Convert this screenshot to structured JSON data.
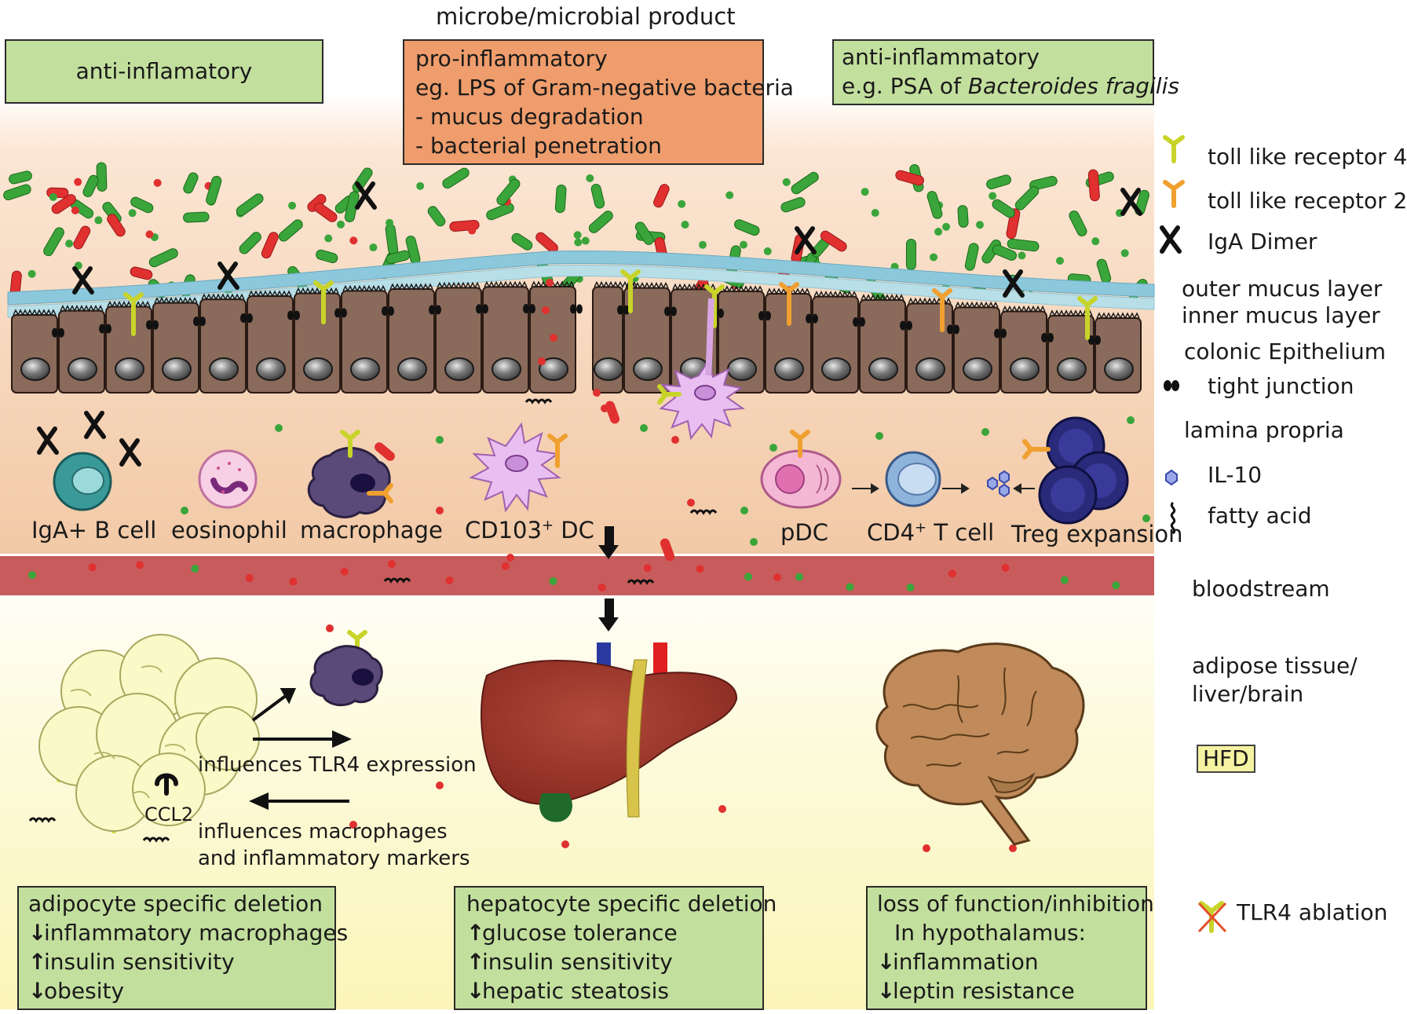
{
  "top_label": "microbe/microbial product",
  "box_anti_left": "anti-inflamatory",
  "box_pro": {
    "line1": "pro-inflammatory",
    "line2": "eg. LPS of Gram-negative bacteria",
    "line3": "- mucus degradation",
    "line4": "- bacterial penetration"
  },
  "box_anti_right": {
    "line1": "anti-inflammatory",
    "line2_prefix": "e.g. PSA of ",
    "line2_italic": "Bacteroides fragilis"
  },
  "legend": {
    "tlr4": "toll like receptor 4",
    "tlr2": "toll like receptor 2",
    "iga": "IgA Dimer",
    "outer_mucus": "outer mucus layer",
    "inner_mucus": "inner mucus layer",
    "epithelium": "colonic Epithelium",
    "tight_junction": "tight junction",
    "lamina": "lamina propria",
    "il10": "IL-10",
    "fatty_acid": "fatty acid",
    "bloodstream": "bloodstream",
    "organs_line1": "adipose tissue/",
    "organs_line2": "liver/brain",
    "hfd": "HFD",
    "tlr4_ablation": "TLR4 ablation"
  },
  "cells": {
    "iga_b": "IgA+ B cell",
    "eosinophil": "eosinophil",
    "macrophage": "macrophage",
    "cd103_prefix": "CD103",
    "cd103_sup": "+",
    "cd103_suffix": " DC",
    "pdc": "pDC",
    "cd4_prefix": "CD4",
    "cd4_sup": "+",
    "cd4_suffix": " T cell",
    "treg": "Treg expansion"
  },
  "organ_labels": {
    "ccl2": "CCL2",
    "tlr4_expr": "influences TLR4 expression",
    "macro_line1": "influences macrophages",
    "macro_line2": "and inflammatory markers"
  },
  "bottom_boxes": {
    "adipocyte": {
      "title": "adipocyte specific deletion",
      "items": [
        {
          "arrow": "↓",
          "text": "inflammatory macrophages"
        },
        {
          "arrow": "↑",
          "text": "insulin sensitivity"
        },
        {
          "arrow": "↓",
          "text": "obesity"
        }
      ]
    },
    "hepatocyte": {
      "title": "hepatocyte specific deletion",
      "items": [
        {
          "arrow": "↑",
          "text": "glucose tolerance"
        },
        {
          "arrow": "↑",
          "text": "insulin sensitivity"
        },
        {
          "arrow": "↓",
          "text": "hepatic steatosis"
        }
      ]
    },
    "hypothalamus": {
      "title": "loss of function/inhibition",
      "subtitle": "In hypothalamus:",
      "items": [
        {
          "arrow": "↓",
          "text": "inflammation"
        },
        {
          "arrow": "↓",
          "text": "leptin resistance"
        }
      ]
    }
  },
  "colors": {
    "anti_box": "#c3df9d",
    "pro_box": "#ef9d6c",
    "tlr4": "#c8d42a",
    "tlr2": "#f0a030",
    "bacteria_green": "#3aa53a",
    "bacteria_red": "#e03030",
    "bloodstream": "#c85c5c",
    "mucus": "#8cc8dc"
  }
}
